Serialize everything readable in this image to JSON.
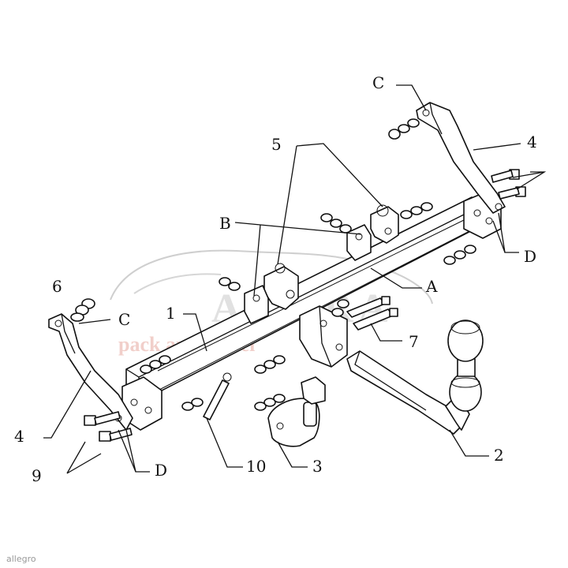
{
  "labels": {
    "p1": "1",
    "p2": "2",
    "p3": "3",
    "p4_top": "4",
    "p4_left": "4",
    "p5": "5",
    "p6": "6",
    "p7": "7",
    "p9": "9",
    "p10": "10",
    "a": "A",
    "b": "B",
    "c_top": "C",
    "c_left": "C",
    "d_right": "D",
    "d_left": "D"
  },
  "watermark": {
    "brand": "AMARA",
    "tagline": "pack and travel"
  },
  "footer": {
    "source": "allegro"
  },
  "icons": {
    "footer_logo": "allegro-logo-icon"
  }
}
